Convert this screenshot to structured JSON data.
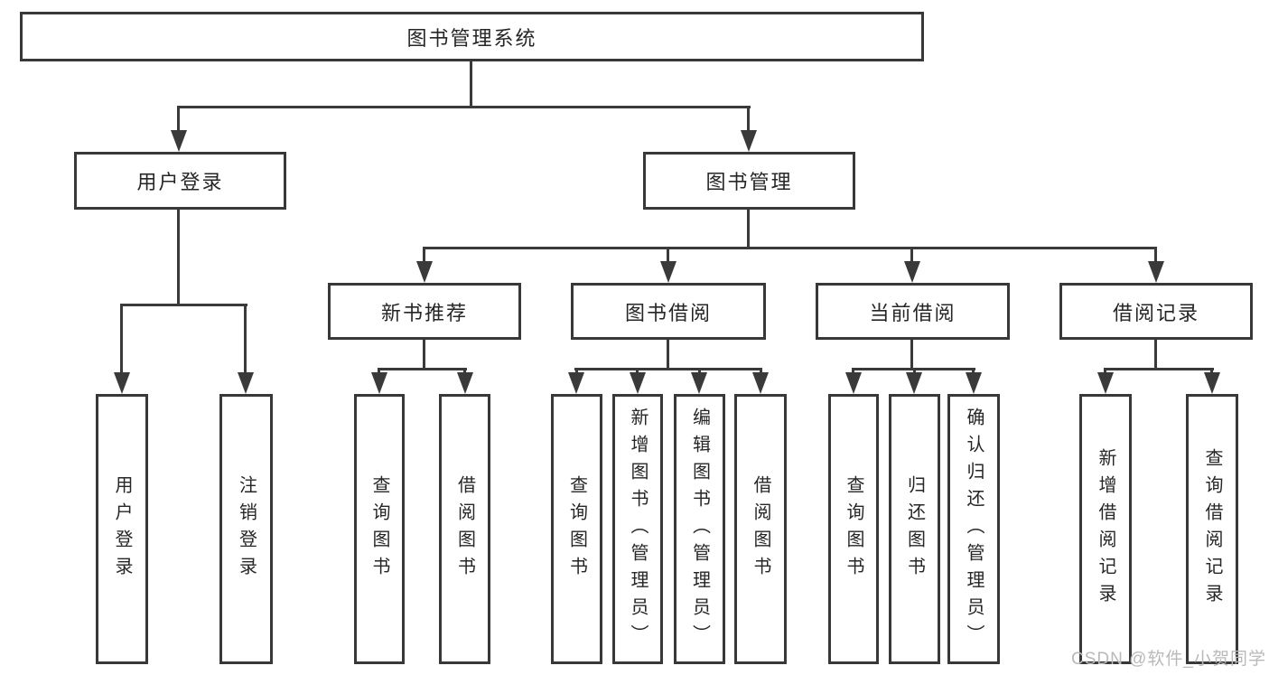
{
  "tree": {
    "root": "图书管理系统",
    "children": [
      {
        "label": "用户登录",
        "children": [
          "用户登录",
          "注销登录"
        ]
      },
      {
        "label": "图书管理",
        "children": [
          {
            "label": "新书推荐",
            "children": [
              "查询图书",
              "借阅图书"
            ]
          },
          {
            "label": "图书借阅",
            "children": [
              "查询图书",
              "新增图书（管理员）",
              "编辑图书（管理员）",
              "借阅图书"
            ]
          },
          {
            "label": "当前借阅",
            "children": [
              "查询图书",
              "归还图书",
              "确认归还（管理员）"
            ]
          },
          {
            "label": "借阅记录",
            "children": [
              "新增借阅记录",
              "查询借阅记录"
            ]
          }
        ]
      }
    ]
  },
  "watermark": "CSDN @软件_小贺同学",
  "colors": {
    "line": "#3a3a3a",
    "border": "#383838",
    "text": "#262626",
    "watermark": "#b9b9b9",
    "background": "#ffffff"
  }
}
